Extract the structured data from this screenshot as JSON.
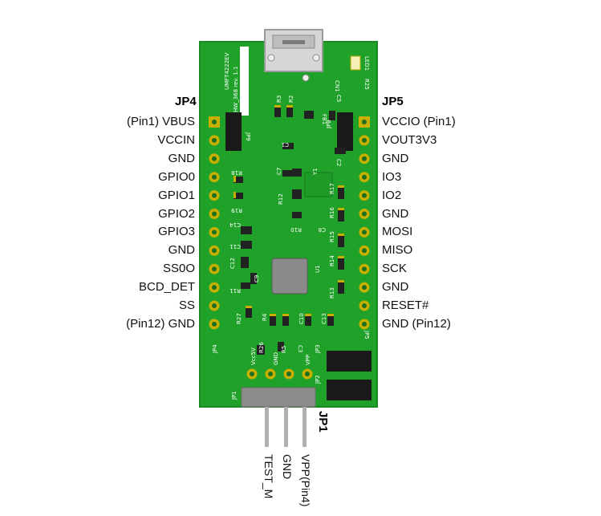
{
  "board": {
    "name": "UMFT4222EV",
    "revision": "HW_368 rev. 1.1"
  },
  "jp4": {
    "header": "JP4",
    "pins": [
      "(Pin1) VBUS",
      "VCCIN",
      "GND",
      "GPIO0",
      "GPIO1",
      "GPIO2",
      "GPIO3",
      "GND",
      "SS0O",
      "BCD_DET",
      "SS",
      "(Pin12) GND"
    ]
  },
  "jp5": {
    "header": "JP5",
    "pins": [
      "VCCIO (Pin1)",
      "VOUT3V3",
      "GND",
      "IO3",
      "IO2",
      "GND",
      "MOSI",
      "MISO",
      "SCK",
      "GND",
      "RESET#",
      "GND (Pin12)"
    ]
  },
  "jp1": {
    "header": "JP1",
    "pins": [
      "TEST_M",
      "GND",
      "VPP(Pin4)"
    ]
  },
  "silkscreen": {
    "cn1": "CN1",
    "led1": "LED1",
    "r25": "R25",
    "jp9": "JP9",
    "jp8": "JP8",
    "jp4_pcb": "JP4",
    "jp5_pcb": "JP5",
    "jp3": "JP3",
    "jp2": "JP2",
    "jp1_pcb": "JP1",
    "r3": "R3",
    "r2": "R2",
    "c5": "C5",
    "fb1": "FB1",
    "c1": "C1",
    "c2": "C2",
    "c7": "C7",
    "y1": "Y1",
    "r18": "R18",
    "r19": "R19",
    "r12": "R12",
    "r17": "R17",
    "r10": "R10",
    "r16": "R16",
    "c8": "C8",
    "r15": "R15",
    "c14": "C14",
    "c11": "C11",
    "c12": "C12",
    "c9": "C9",
    "r11": "R11",
    "u1": "U1",
    "r14": "R14",
    "r13": "R13",
    "r27": "R27",
    "r4": "R4",
    "c10": "C10",
    "c13": "C13",
    "r26": "R26",
    "r5": "R5",
    "c3": "C3",
    "vcc5v": "Vcc5V",
    "gnd_pcb": "GND",
    "vpp_pcb": "VPP"
  },
  "colors": {
    "pcb": "#1fa12a",
    "pcb_edge": "#178a21",
    "pad": "#c8b000",
    "header_black": "#1a1a1a",
    "header_gray": "#8c8c8c",
    "usb_silver": "#d6d6d6"
  }
}
